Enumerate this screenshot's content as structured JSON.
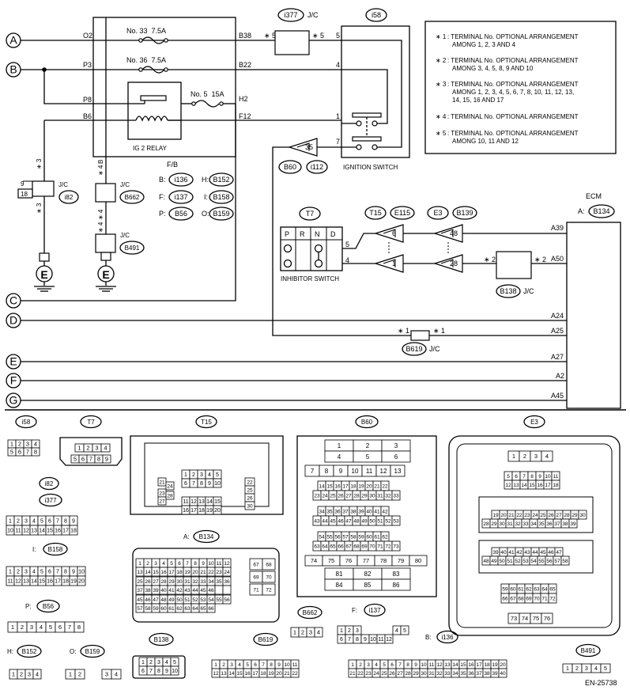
{
  "lines": [
    "A",
    "B",
    "C",
    "D",
    "E",
    "F",
    "G"
  ],
  "fuses": [
    {
      "name": "No. 33  7.5A",
      "in": "O2",
      "out": "B38"
    },
    {
      "name": "No. 36  7.5A",
      "in": "P3",
      "out": "B22"
    },
    {
      "name": "No. 5  15A",
      "in": "P8",
      "out": "H2"
    }
  ],
  "fb_pins": {
    "b6": "B6",
    "f12": "F12"
  },
  "relay_label": "IG 2 RELAY",
  "fb": {
    "title": "F/B",
    "rows": [
      [
        "B:",
        "i136",
        "H:",
        "B152"
      ],
      [
        "F:",
        "i137",
        "I:",
        "B158"
      ],
      [
        "P:",
        "B56",
        "O:",
        "B159"
      ]
    ]
  },
  "jc_top": {
    "conn": "i377",
    "label": "J/C",
    "star_l": "∗ 5",
    "star_r": "∗ 5"
  },
  "ign": {
    "conn": "i58",
    "label": "IGNITION SWITCH",
    "pins": [
      "5",
      "4",
      "1",
      "7"
    ]
  },
  "i112": {
    "pin": "35",
    "c1": "B60",
    "c2": "i112"
  },
  "notes": [
    {
      "mark": "∗ 1",
      "text": ": TERMINAL No. OPTIONAL ARRANGEMENT",
      "text2": "AMONG 1, 2, 3 AND 4"
    },
    {
      "mark": "∗ 2",
      "text": ": TERMINAL No. OPTIONAL ARRANGEMENT",
      "text2": "AMONG 3, 4, 5, 8, 9 AND 10"
    },
    {
      "mark": "∗ 3",
      "text": ": TERMINAL No. OPTIONAL ARRANGEMENT",
      "text2": "AMONG 1, 2, 3, 4, 5, 6, 7, 8, 10, 11, 12, 13,",
      "text3": "14, 15, 16 AND 17"
    },
    {
      "mark": "∗ 4",
      "text": ": TERMINAL No. OPTIONAL ARRANGEMENT"
    },
    {
      "mark": "∗ 5",
      "text": ": TERMINAL No. OPTIONAL ARRANGEMENT",
      "text2": "AMONG 10, 11 AND 12"
    }
  ],
  "ecm": {
    "title": "ECM",
    "conn_prefix": "A:",
    "conn": "B134",
    "pins": [
      "A39",
      "A50",
      "A24",
      "A25",
      "A27",
      "A2",
      "A45"
    ]
  },
  "jc_i82": {
    "p1": "9",
    "p2": "18",
    "label": "J/C",
    "conn": "i82",
    "star": "∗ 3"
  },
  "jc_b662": {
    "label": "J/C",
    "conn": "B662",
    "star": "∗ 4",
    "pin": "B"
  },
  "jc_b491": {
    "label": "J/C",
    "conn": "B491",
    "star": "∗ 4"
  },
  "t7": {
    "conn": "T7",
    "positions": [
      "P",
      "R",
      "N",
      "D"
    ],
    "label": "INHIBITOR SWITCH",
    "pins": [
      "5",
      "4"
    ]
  },
  "t15": {
    "conn": "T15",
    "conn2": "E115",
    "pins": [
      "6",
      "1"
    ]
  },
  "e3": {
    "conn": "E3",
    "conn2": "B139",
    "pins": [
      "48",
      "28"
    ]
  },
  "jc_b138": {
    "conn": "B138",
    "label": "J/C",
    "star": "∗ 2"
  },
  "jc_b619": {
    "conn": "B619",
    "label": "J/C",
    "star": "∗ 1"
  },
  "ground": "E",
  "connectors": {
    "i58": "i58",
    "t7": "T7",
    "t15": "T15",
    "b60": "B60",
    "e3": "E3",
    "i82": "i82",
    "i377": "i377",
    "i_label": "I:",
    "b158": "B158",
    "a_label": "A:",
    "b134": "B134",
    "p_label": "P:",
    "b56": "B56",
    "b662": "B662",
    "f_label": "F:",
    "i137": "i137",
    "b_label": "B:",
    "i136": "i136",
    "h_label": "H:",
    "b152": "B152",
    "o_label": "O:",
    "b159": "B159",
    "b138": "B138",
    "b619": "B619",
    "b491": "B491"
  },
  "doc_id": "EN-25738"
}
